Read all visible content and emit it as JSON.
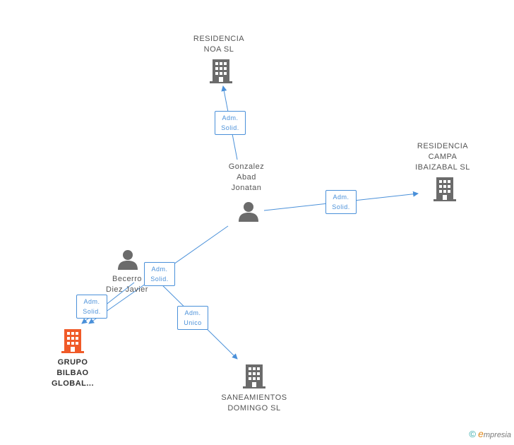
{
  "nodes": {
    "residencia_noa": {
      "name": "RESIDENCIA\nNOA  SL",
      "kind": "company"
    },
    "residencia_campa": {
      "name": "RESIDENCIA\nCAMPA\nIBAIZABAL SL",
      "kind": "company"
    },
    "gonzalez": {
      "name": "Gonzalez\nAbad\nJonatan",
      "kind": "person"
    },
    "becerro": {
      "name": "Becerro\nDiez Javier",
      "kind": "person"
    },
    "grupo_bilbao": {
      "name": "GRUPO\nBILBAO\nGLOBAL...",
      "kind": "company",
      "highlight": true
    },
    "saneamientos": {
      "name": "SANEAMIENTOS\nDOMINGO SL",
      "kind": "company"
    }
  },
  "edges": {
    "e1": {
      "line1": "Adm.",
      "line2": "Solid."
    },
    "e2": {
      "line1": "Adm.",
      "line2": "Solid."
    },
    "e3": {
      "line1": "Adm.",
      "line2": "Solid."
    },
    "e4": {
      "line1": "Adm.",
      "line2": "Solid."
    },
    "e5": {
      "line1": "Adm.",
      "line2": "Unico"
    }
  },
  "colors": {
    "edge": "#4a90d9",
    "company": "#6b6b6b",
    "highlight": "#f05a28",
    "person": "#6b6b6b"
  },
  "footer": {
    "copyright": "©",
    "brand_initial": "e",
    "brand_rest": "mpresia"
  }
}
